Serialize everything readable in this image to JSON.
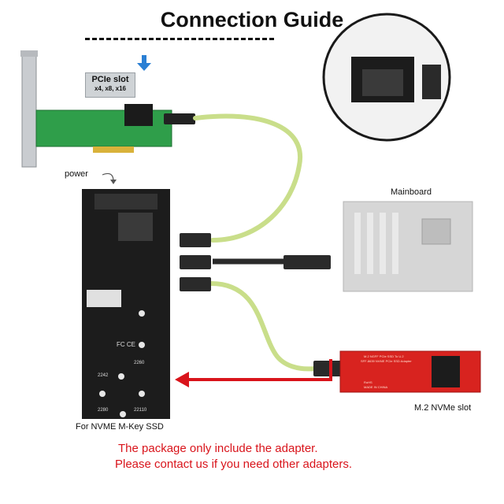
{
  "title": "Connection Guide",
  "pcie_slot": {
    "line1": "PCIe slot",
    "line2": "x4, x8, x16"
  },
  "power_label": "power",
  "mainboard_label": "Mainboard",
  "ssd_label": "For NVME M-Key SSD",
  "m2_label": "M.2 NVMe slot",
  "board_text": {
    "size_marks": [
      "2242",
      "2260",
      "2280",
      "22110"
    ],
    "fc": "FC CE",
    "red_card": [
      "M.2 NGFF PCIe SSD To U.2",
      "SFF-8639 NVME PCIe SSD Adapter",
      "RoHS",
      "MADE IN CHINA"
    ]
  },
  "note": {
    "line1": "The package only include the adapter.",
    "line2": "Please contact us if you need other adapters."
  },
  "colors": {
    "arrow_red": "#d9141b",
    "pcb_green": "#2f9e4a",
    "cable_green": "#c9de8a",
    "board_black": "#1c1c1c",
    "mainboard_grey": "#d6d6d6",
    "card_red": "#d8231f",
    "blue_arrow": "#2a7fd4"
  }
}
